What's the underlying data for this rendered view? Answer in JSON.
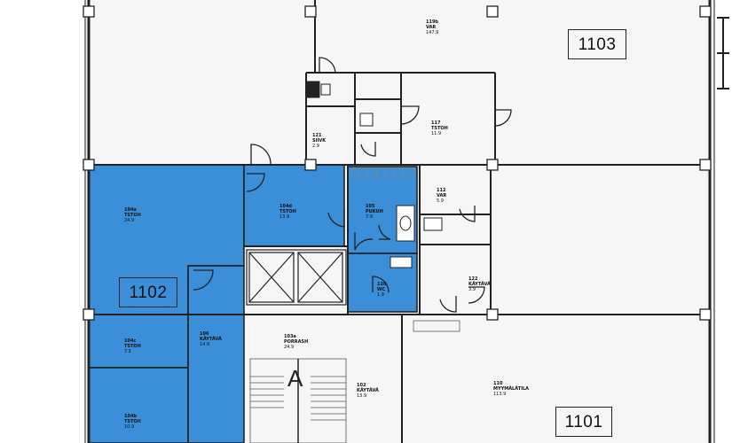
{
  "colors": {
    "selected_fill": "#3a8fd8",
    "floor_fill": "#f4f4f4",
    "wall": "#222222"
  },
  "units": [
    {
      "id": "unit-1103",
      "label": "1103"
    },
    {
      "id": "unit-1102",
      "label": "1102"
    },
    {
      "id": "unit-1101",
      "label": "1101"
    }
  ],
  "stair_label": "A",
  "rooms": [
    {
      "code": "119b",
      "name": "VAR",
      "area": "147.9"
    },
    {
      "code": "104a",
      "name": "TSTOH",
      "area": "24.9"
    },
    {
      "code": "104d",
      "name": "TSTOH",
      "area": "13.9"
    },
    {
      "code": "105",
      "name": "PUKUH",
      "area": "7.9"
    },
    {
      "code": "104c",
      "name": "TSTOH",
      "area": "7.5"
    },
    {
      "code": "104b",
      "name": "TSTOH",
      "area": "10.9"
    },
    {
      "code": "106",
      "name": "KÄYTÄVÄ",
      "area": "14.9"
    },
    {
      "code": "103a",
      "name": "PORRASH",
      "area": "24.9"
    },
    {
      "code": "102",
      "name": "KÄYTÄVÄ",
      "area": "13.9"
    },
    {
      "code": "117",
      "name": "TSTOH",
      "area": "11.9"
    },
    {
      "code": "112",
      "name": "VAR",
      "area": "5.9"
    },
    {
      "code": "122",
      "name": "KÄYTÄVÄ",
      "area": "3.9"
    },
    {
      "code": "110",
      "name": "MYYMÄLÄTILA",
      "area": "113.9"
    },
    {
      "code": "121",
      "name": "SIIVK",
      "area": "2.9"
    },
    {
      "code": "120",
      "name": "WC",
      "area": "1.9"
    }
  ]
}
